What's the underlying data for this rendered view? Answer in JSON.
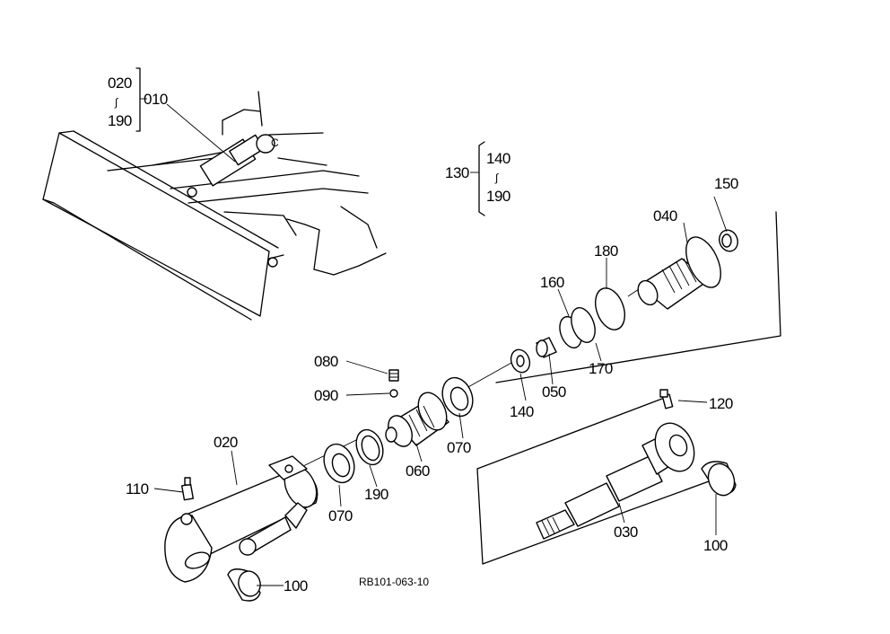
{
  "labels": {
    "p010": "010",
    "p020_top": "020",
    "tilde_top": "∫",
    "p190_top": "190",
    "p130": "130",
    "p140_bracket": "140",
    "tilde_mid": "∫",
    "p190_bracket": "190",
    "p150": "150",
    "p040": "040",
    "p180": "180",
    "p160": "160",
    "p170": "170",
    "p080": "080",
    "p090": "090",
    "p140": "140",
    "p050": "050",
    "p070_right": "070",
    "p060": "060",
    "p190": "190",
    "p070_left": "070",
    "p020": "020",
    "p110": "110",
    "p120": "120",
    "p030": "030",
    "p100_right": "100",
    "p100_left": "100",
    "inset_c": "C"
  },
  "drawing_code": "RB101-063-10"
}
